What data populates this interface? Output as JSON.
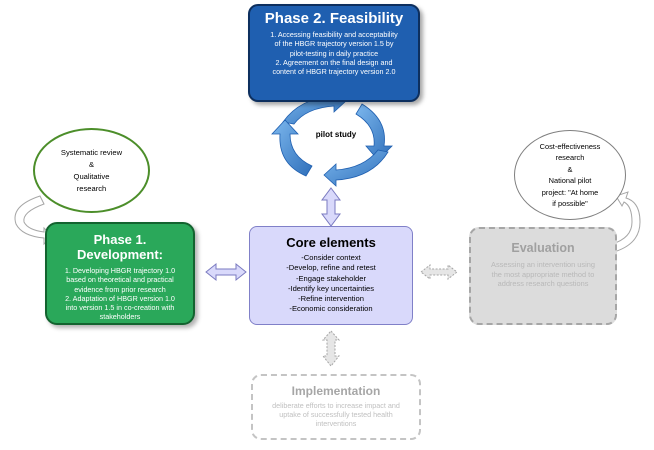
{
  "phase2": {
    "title": "Phase 2. Feasibility",
    "lines": [
      "1. Accessing feasibility and acceptability",
      "of the HBGR trajectory version 1.5 by",
      "pilot-testing in daily practice",
      "2. Agreement on the final design and",
      "content of HBGR trajectory version 2.0"
    ]
  },
  "pilot_cycle": {
    "label": "pilot study"
  },
  "systematic_review": {
    "lines": [
      "Systematic review",
      "&",
      "Qualitative",
      "research"
    ]
  },
  "phase1": {
    "title": "Phase 1. Development:",
    "lines": [
      "1. Developing HBGR trajectory 1.0",
      "based on theoretical and practical",
      "evidence from prior research",
      "2. Adaptation of HBGR version 1.0",
      "into version 1.5 in co-creation with",
      "stakeholders"
    ]
  },
  "core_elements": {
    "title": "Core elements",
    "items": [
      "-Consider context",
      "-Develop, refine and retest",
      "-Engage stakeholder",
      "-Identify key uncertainties",
      "-Refine intervention",
      "-Economic consideration"
    ]
  },
  "cost_effectiveness": {
    "lines": [
      "Cost-effectiveness",
      "research",
      "&",
      "National pilot",
      "project: \"At home",
      "if possible\""
    ]
  },
  "evaluation": {
    "title": "Evaluation",
    "lines": [
      "Assessing an intervention using",
      "the most appropriate method to",
      "address research questions"
    ]
  },
  "implementation": {
    "title": "Implementation",
    "lines": [
      "deliberate efforts to increase impact and",
      "uptake of successfully tested health",
      "interventions"
    ]
  },
  "colors": {
    "phase2_fill": "#1f5fb0",
    "phase1_fill": "#2aa85a",
    "core_fill": "#d9d9fb",
    "cycle_arrow": "#4a8fd6",
    "inactive_gray": "#dcdcdc"
  }
}
